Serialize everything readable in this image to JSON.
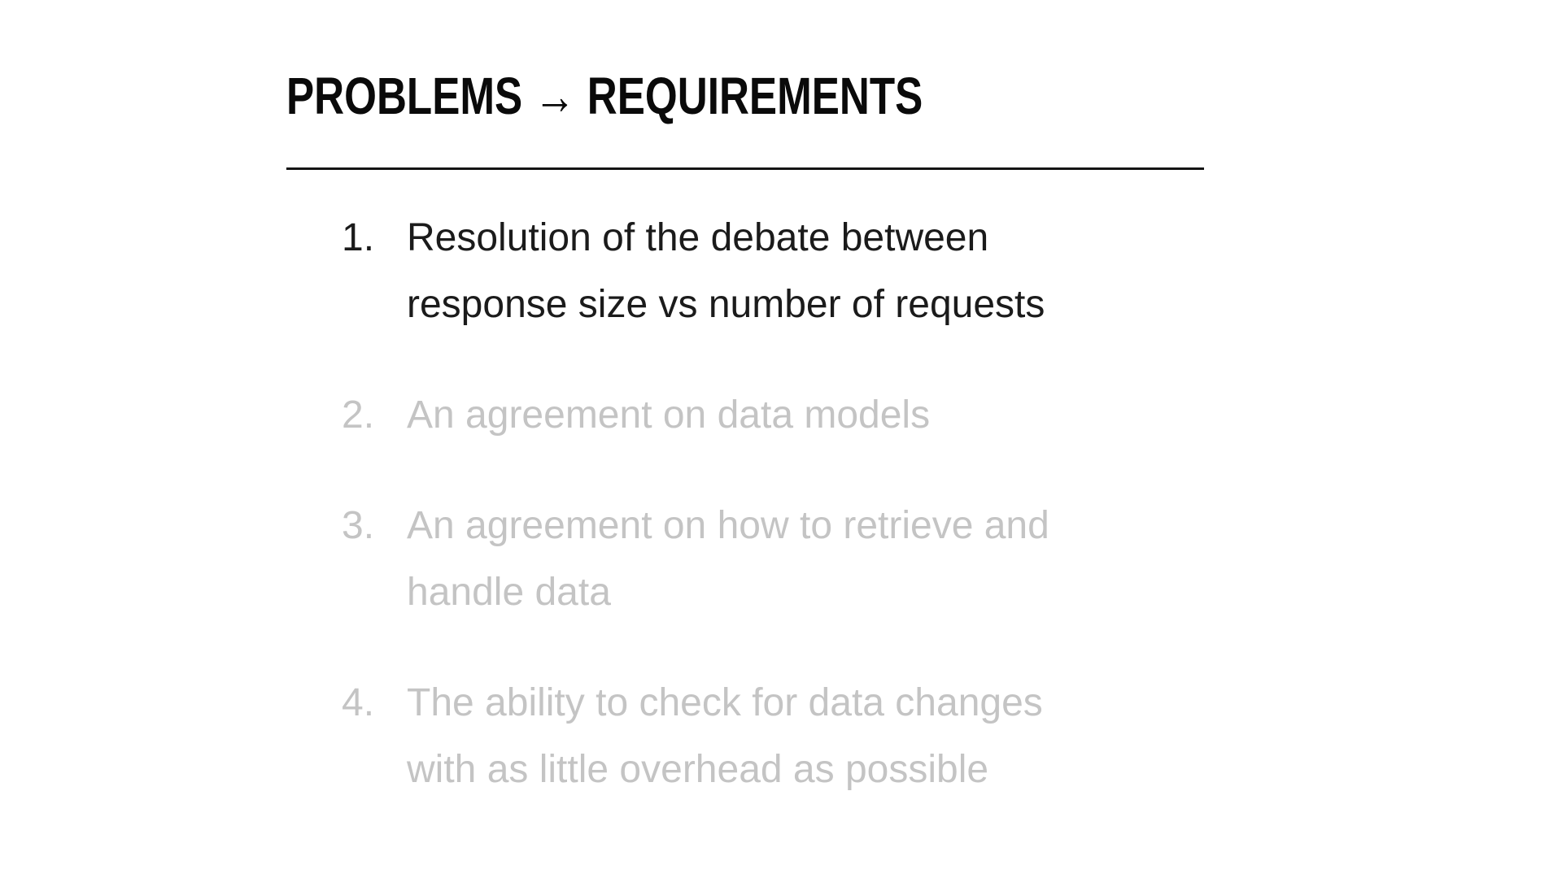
{
  "slide": {
    "title": "PROBLEMS → REQUIREMENTS",
    "list": {
      "items": [
        {
          "number": "1.",
          "lines": [
            "Resolution of the debate between",
            "response size vs number of requests"
          ],
          "state": "active"
        },
        {
          "number": "2.",
          "lines": [
            "An agreement on data models"
          ],
          "state": "dimmed"
        },
        {
          "number": "3.",
          "lines": [
            "An agreement on how to retrieve and",
            "handle data"
          ],
          "state": "dimmed"
        },
        {
          "number": "4.",
          "lines": [
            "The ability to check for data changes",
            "with as little overhead as possible"
          ],
          "state": "dimmed"
        }
      ]
    },
    "colors": {
      "background": "#ffffff",
      "title": "#0a0a0a",
      "divider": "#141414",
      "active_item": "#1b1b1b",
      "dimmed_item": "#c4c4c4"
    }
  }
}
